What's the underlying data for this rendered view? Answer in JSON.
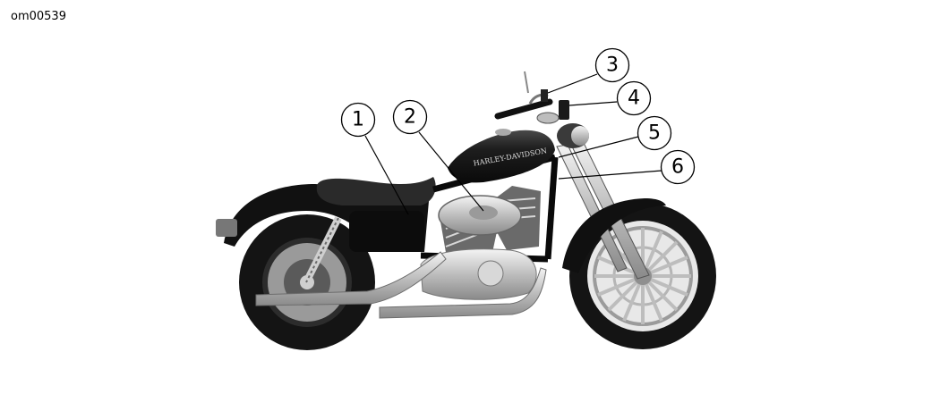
{
  "figure_id": "om00539",
  "callouts": [
    {
      "label": "1"
    },
    {
      "label": "2"
    },
    {
      "label": "3"
    },
    {
      "label": "4"
    },
    {
      "label": "5"
    },
    {
      "label": "6"
    }
  ],
  "tank_lettering": "HARLEY-DAVIDSON",
  "colors": {
    "ink": "#000000",
    "background": "#ffffff",
    "chrome": "#d0d0d0",
    "body": "#1a1a1a"
  }
}
